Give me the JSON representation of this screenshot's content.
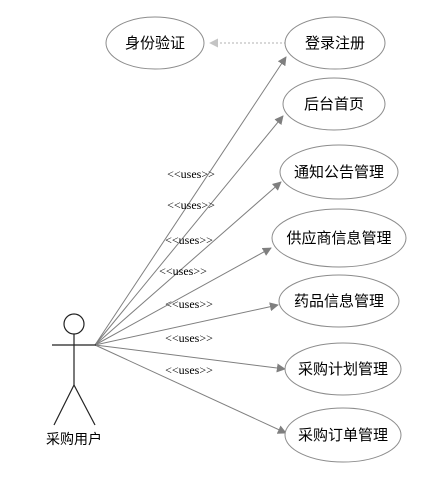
{
  "actor": {
    "label": "采购用户"
  },
  "include_case": {
    "label": "身份验证"
  },
  "use_cases": [
    {
      "id": "login",
      "label": "登录注册"
    },
    {
      "id": "home",
      "label": "后台首页"
    },
    {
      "id": "notice",
      "label": "通知公告管理"
    },
    {
      "id": "supplier",
      "label": "供应商信息管理"
    },
    {
      "id": "drug",
      "label": "药品信息管理"
    },
    {
      "id": "plan",
      "label": "采购计划管理"
    },
    {
      "id": "order",
      "label": "采购订单管理"
    }
  ],
  "relation_label": "<<uses>>"
}
